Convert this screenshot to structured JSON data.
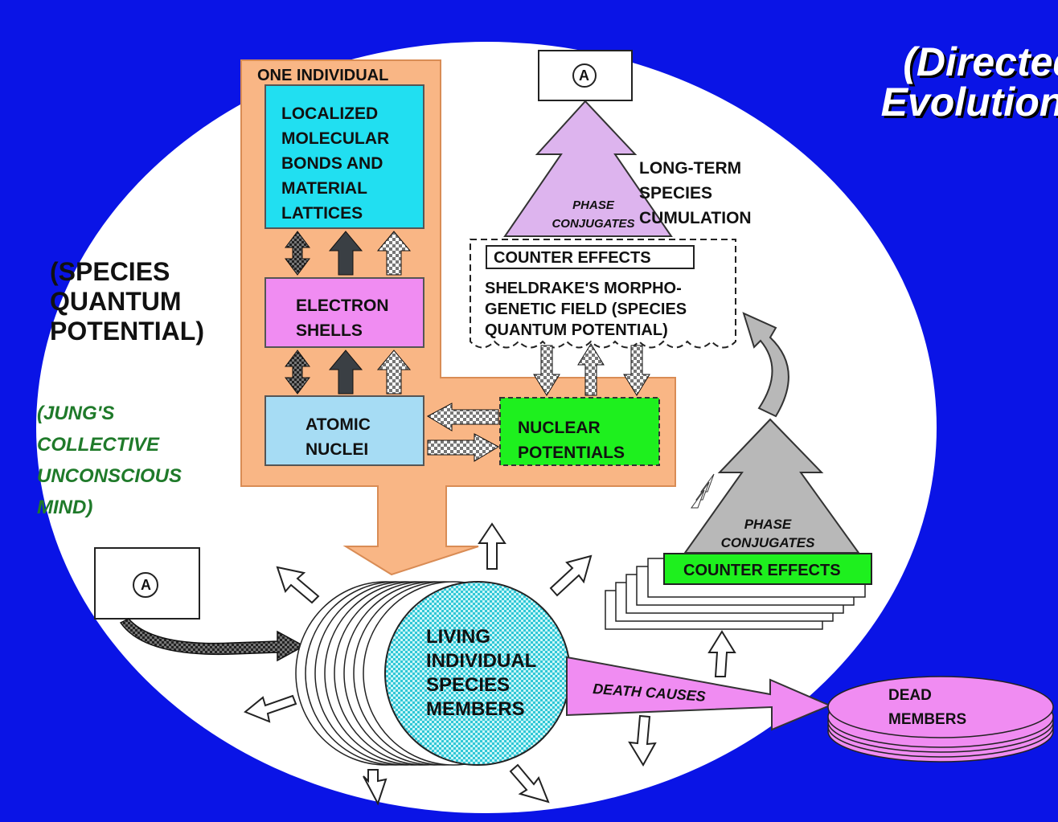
{
  "title": "(Directed\nEvolution)",
  "colors": {
    "background": "#0a14e6",
    "ellipse": "#ffffff",
    "orange": "#f9b685",
    "cyan": "#21dff1",
    "pink": "#f08cf2",
    "light_blue": "#a6dcf4",
    "green": "#1ef01e",
    "lavender": "#ddb4ee",
    "gray": "#b8b8b8",
    "dark_green_text": "#1f7a2a"
  },
  "icons": {
    "check_pattern": "checkered-arrow-icon",
    "hollow_arrow": "hollow-arrow-icon"
  },
  "labels": {
    "one_individual": "ONE INDIVIDUAL",
    "localized": "LOCALIZED\nMOLECULAR\nBONDS AND\nMATERIAL\nLATTICES",
    "electron_shells": "ELECTRON\nSHELLS",
    "atomic_nuclei": "ATOMIC\nNUCLEI",
    "nuclear_potentials": "NUCLEAR\nPOTENTIALS",
    "species_quantum": "(SPECIES\nQUANTUM\nPOTENTIAL)",
    "jung": "(JUNG'S\nCOLLECTIVE\nUNCONSCIOUS\nMIND)",
    "box_a_top": "A",
    "box_a_left": "A",
    "phase_conjugates_top": "PHASE\nCONJUGATES",
    "long_term": "LONG-TERM\nSPECIES\nCUMULATION",
    "counter_effects_top": "COUNTER EFFECTS",
    "sheldrake": "SHELDRAKE'S MORPHO-\nGENETIC FIELD (SPECIES\nQUANTUM POTENTIAL)",
    "phase_conjugates_right": "PHASE\nCONJUGATES",
    "counter_effects_right": "COUNTER EFFECTS",
    "living": "LIVING\nINDIVIDUAL\nSPECIES\nMEMBERS",
    "death_causes": "DEATH CAUSES",
    "dead_members": "DEAD\nMEMBERS"
  }
}
